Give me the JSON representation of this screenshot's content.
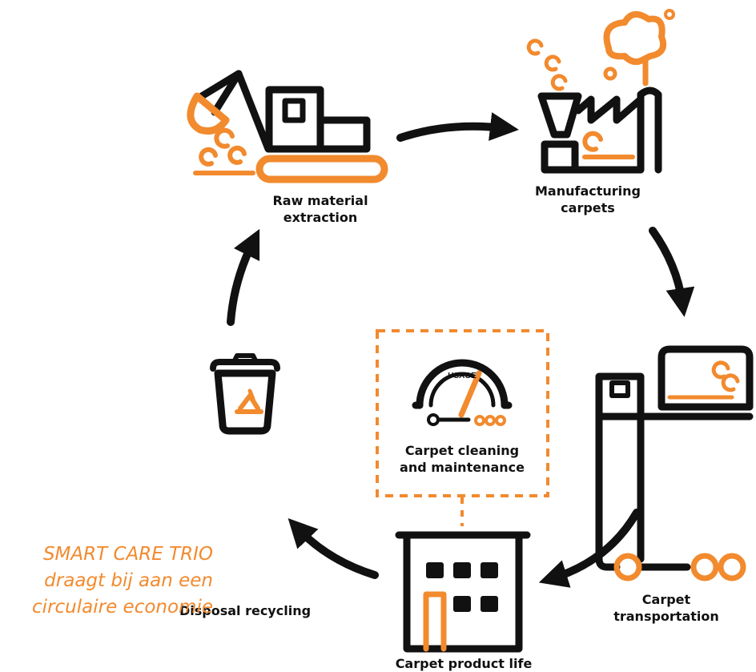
{
  "colors": {
    "accent": "#f28a2e",
    "ink": "#111111",
    "background": "#ffffff"
  },
  "steps": {
    "extraction": {
      "line1": "Raw material",
      "line2": "extraction",
      "icon": "excavator-icon"
    },
    "manufacturing": {
      "line1": "Manufacturing",
      "line2": "carpets",
      "icon": "factory-icon"
    },
    "transportation": {
      "line1": "Carpet",
      "line2": "transportation",
      "icon": "truck-icon"
    },
    "product_life": {
      "line1": "Carpet product life",
      "icon": "building-icon"
    },
    "recycling": {
      "line1": "Disposal recycling",
      "icon": "recycle-bin-icon"
    }
  },
  "maintenance": {
    "line1": "Carpet cleaning",
    "line2": "and maintenance",
    "gauge_label": "USAGE",
    "icon": "usage-gauge-icon"
  },
  "slogan": {
    "line1": "SMART CARE TRIO",
    "line2": "draagt bij aan een",
    "line3": "circulaire economie"
  }
}
